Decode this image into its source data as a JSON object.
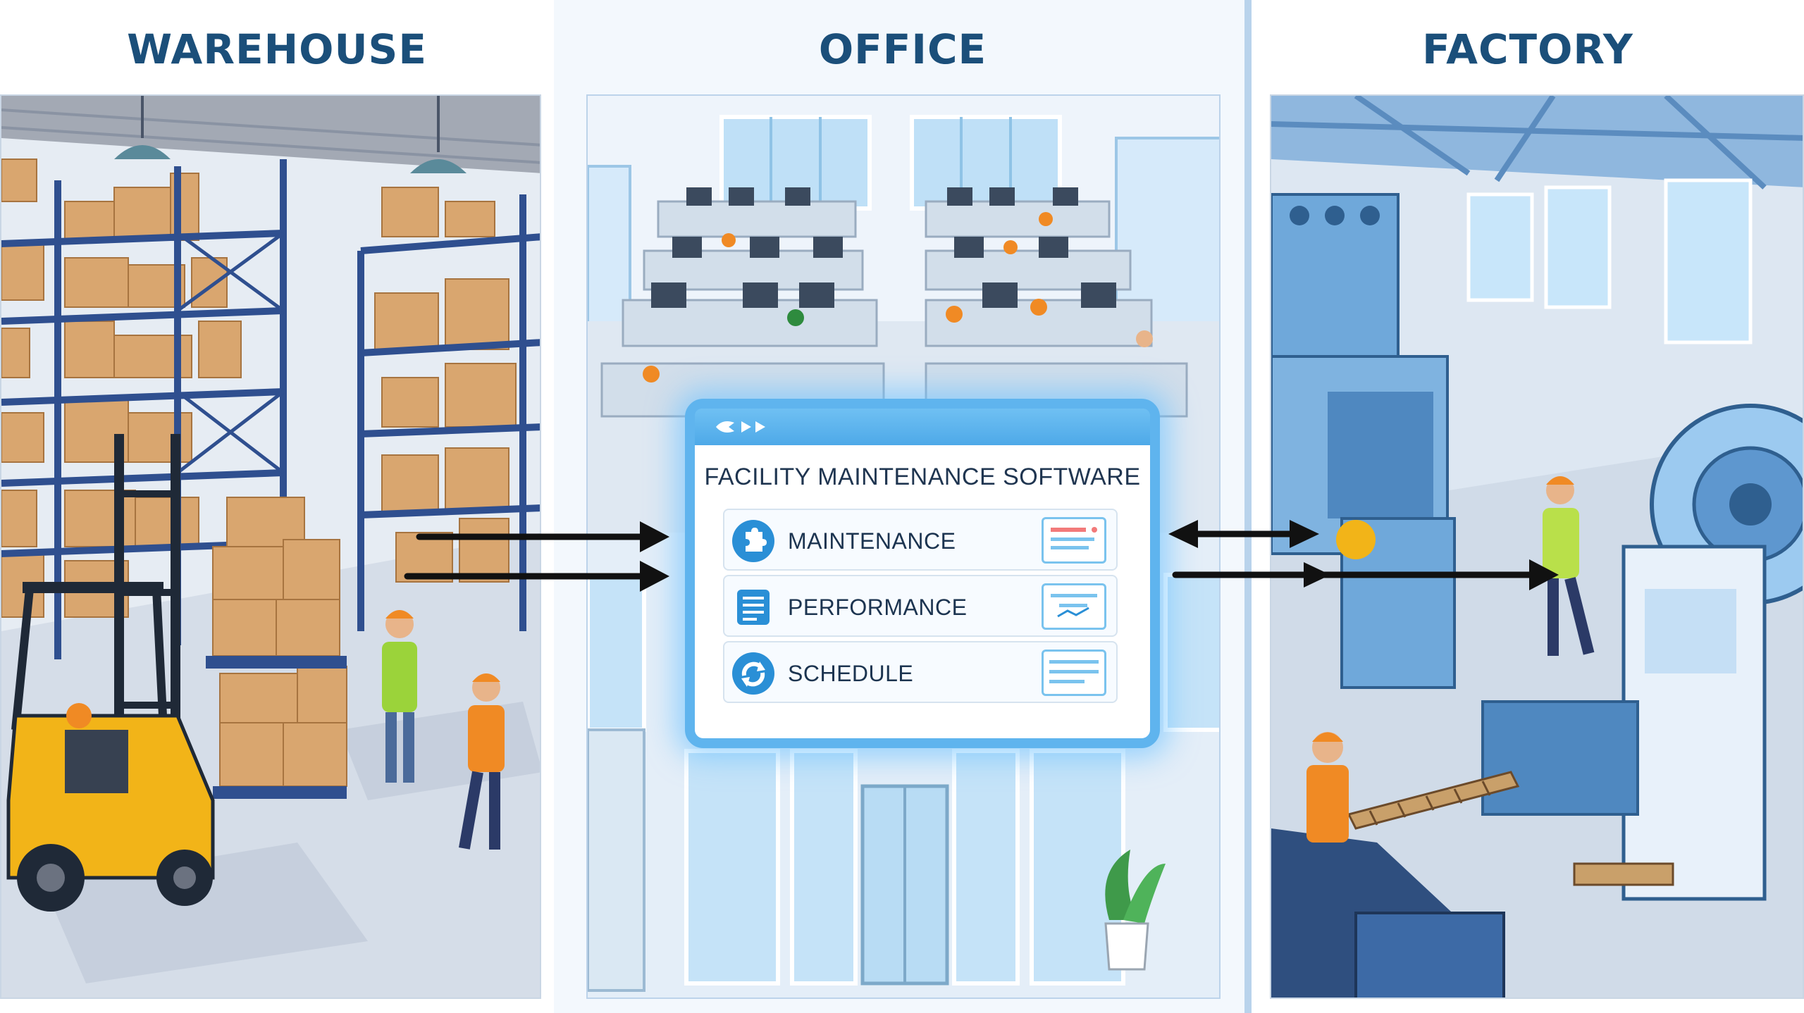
{
  "panels": {
    "warehouse": {
      "title": "WAREHOUSE"
    },
    "office": {
      "title": "OFFICE"
    },
    "factory": {
      "title": "FACTORY"
    }
  },
  "software": {
    "heading": "FACILITY MAINTENANCE SOFTWARE",
    "items": [
      {
        "label": "MAINTENANCE",
        "icon": "puzzle-icon"
      },
      {
        "label": "PERFORMANCE",
        "icon": "document-icon"
      },
      {
        "label": "SCHEDULE",
        "icon": "refresh-icon"
      }
    ]
  },
  "colors": {
    "title": "#1b4f7a",
    "accent": "#5fb4ee",
    "shelf": "#2f4f8f",
    "box": "#d9a66f",
    "forklift": "#f2b418",
    "vest": "#f08a24",
    "machine": "#6fa8da"
  }
}
